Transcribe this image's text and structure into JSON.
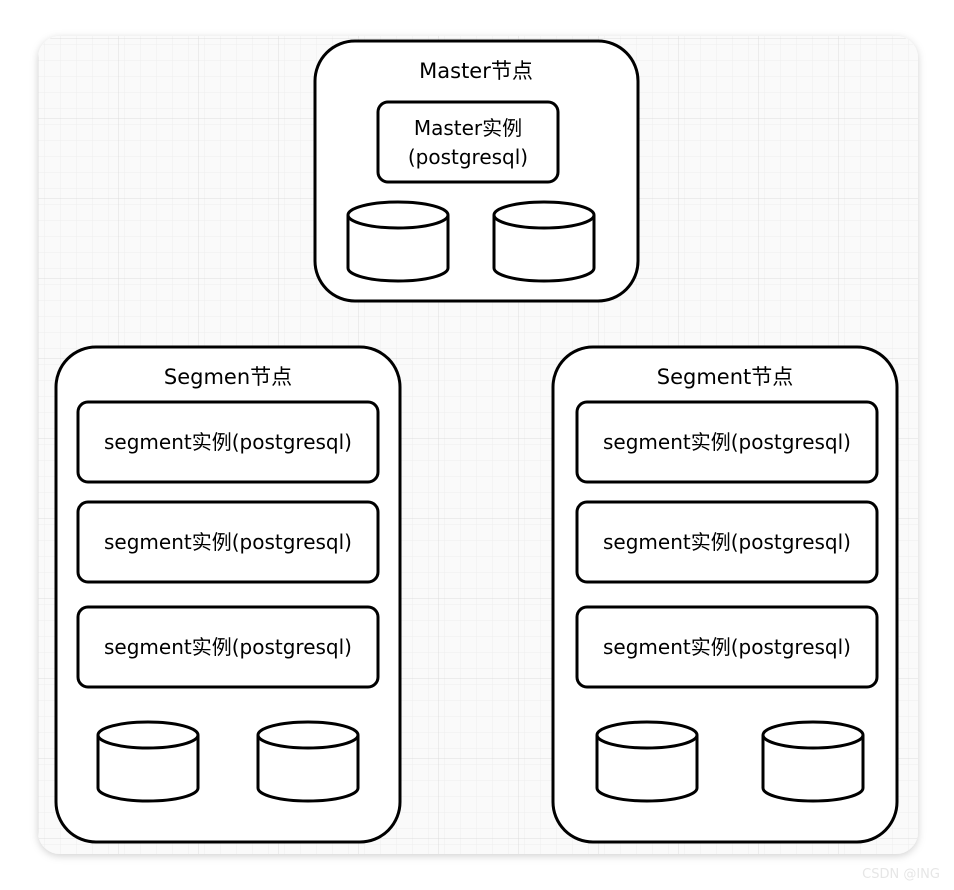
{
  "colors": {
    "stroke": "#000000",
    "fill": "#ffffff",
    "grid": "#e8e8e8",
    "canvas_bg": "#f8f8f8"
  },
  "master": {
    "title": "Master节点",
    "instance": {
      "line1": "Master实例",
      "line2": "(postgresql)"
    },
    "storage": [
      "database-cylinder",
      "database-cylinder"
    ]
  },
  "segments": [
    {
      "title": "Segmen节点",
      "instances": [
        "segment实例(postgresql)",
        "segment实例(postgresql)",
        "segment实例(postgresql)"
      ],
      "storage": [
        "database-cylinder",
        "database-cylinder"
      ]
    },
    {
      "title": "Segment节点",
      "instances": [
        "segment实例(postgresql)",
        "segment实例(postgresql)",
        "segment实例(postgresql)"
      ],
      "storage": [
        "database-cylinder",
        "database-cylinder"
      ]
    }
  ],
  "watermark": "CSDN @ING"
}
